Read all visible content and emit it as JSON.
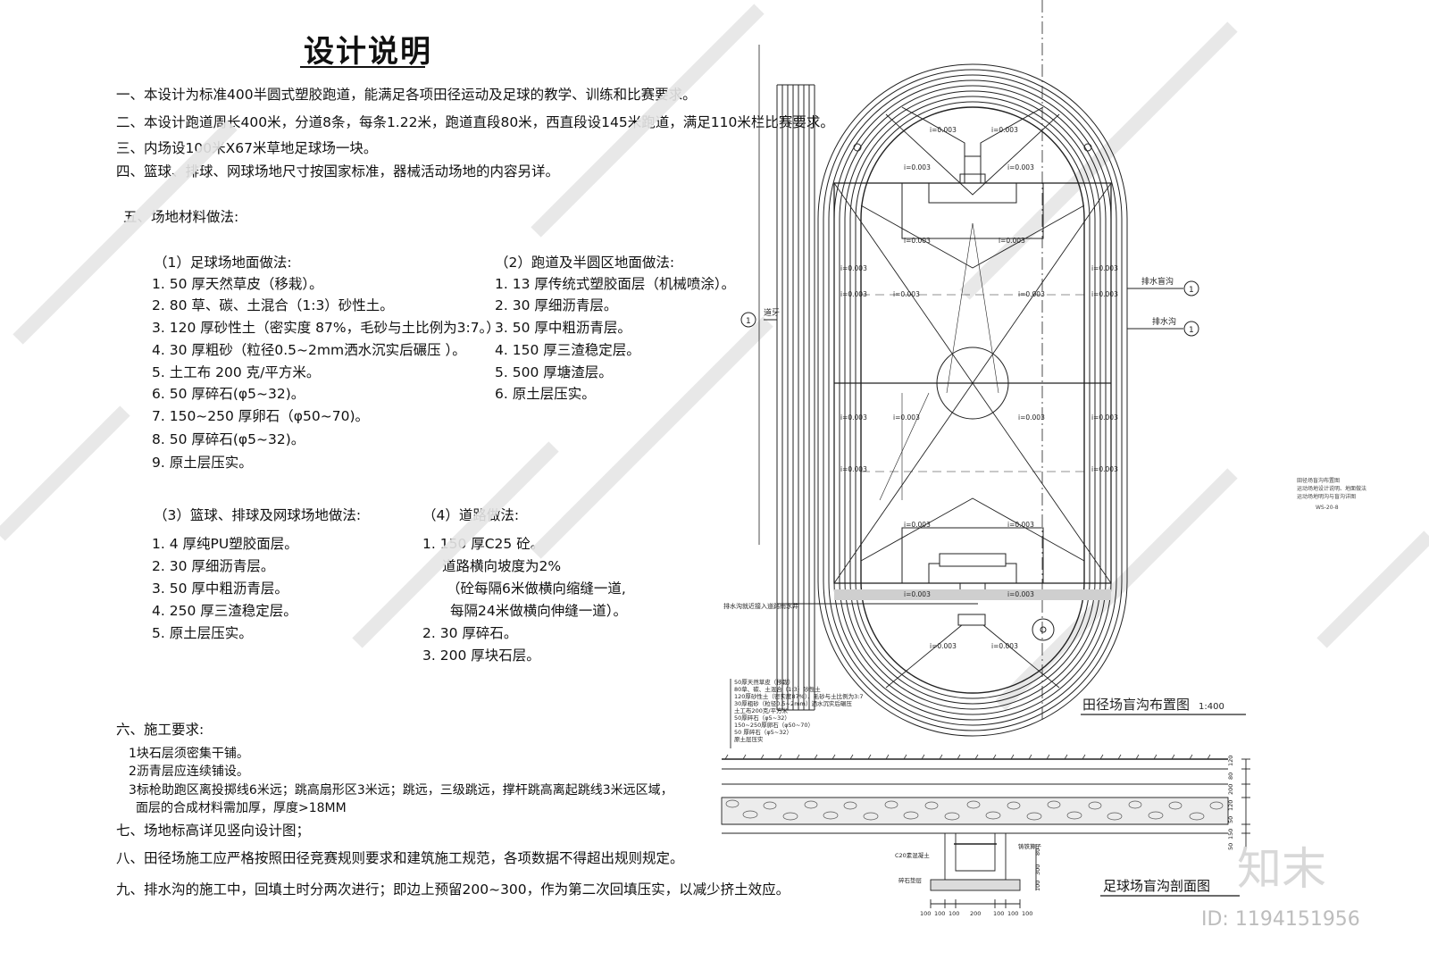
{
  "title": "设计说明",
  "notes": [
    "一、本设计为标准400半圆式塑胶跑道，能满足各项田径运动及足球的教学、训练和比赛要求。",
    "二、本设计跑道周长400米，分道8条，每条1.22米，跑道直段80米，西直段设145米跑道，满足110米栏比赛要求。",
    "三、内场设100米X67米草地足球场一块。",
    "四、篮球、排球、网球场地尺寸按国家标准，器械活动场地的内容另详。"
  ],
  "section5_title": "五、场地材料做法:",
  "m1": {
    "title": "（1）足球场地面做法:",
    "items": [
      "1. 50 厚天然草皮（移栽）。",
      "2. 80 草、碳、土混合（1:3）砂性土。",
      "3. 120 厚砂性土（密实度 87%，毛砂与土比例为3:7。）",
      "4. 30 厚粗砂（粒径0.5~2mm洒水沉实后碾压 ）。",
      "5. 土工布  200  克/平方米。",
      "6. 50 厚碎石(φ5~32)。",
      "7. 150~250 厚卵石（φ50~70)。",
      "8. 50 厚碎石(φ5~32)。",
      "9. 原土层压实。"
    ]
  },
  "m2": {
    "title": "（2）跑道及半圆区地面做法:",
    "items": [
      "1. 13 厚传统式塑胶面层（机械喷涂）。",
      "2. 30 厚细沥青层。",
      "3. 50 厚中粗沥青层。",
      "4. 150 厚三渣稳定层。",
      "5. 500 厚塘渣层。",
      "6. 原土层压实。"
    ]
  },
  "m3": {
    "title": "（3）篮球、排球及网球场地做法:",
    "items": [
      "1. 4 厚纯PU塑胶面层。",
      "2. 30 厚细沥青层。",
      "3. 50 厚中粗沥青层。",
      "4. 250 厚三渣稳定层。",
      "5. 原土层压实。"
    ]
  },
  "m4": {
    "title": "（4）道路做法:",
    "items": [
      "1. 150 厚C25      砼。",
      "道路横向坡度为2%",
      "（砼每隔6米做横向缩缝一道,",
      "每隔24米做横向伸缝一道）。",
      "2. 30 厚碎石。",
      "3. 200 厚块石层。"
    ]
  },
  "s6": {
    "title": "六、施工要求:",
    "items": [
      "1块石层须密集干铺。",
      "2沥青层应连续铺设。",
      "3标枪助跑区离投掷线6米远；跳高扇形区3米远；跳远，三级跳远，撑杆跳高离起跳线3米远区域，",
      "面层的合成材料需加厚，厚度>18MM"
    ]
  },
  "notes_end": [
    "七、场地标高详见竖向设计图；",
    "八、田径场施工应严格按照田径竞赛规则要求和建筑施工规范，各项数据不得超出规则规定。",
    "九、排水沟的施工中，回填土时分两次进行；即边上预留200~300，作为第二次回填压实，以减少挤土效应。"
  ],
  "plan": {
    "caption": "田径场盲沟布置图",
    "scale": "1:400",
    "label_road": "道牙",
    "label_blind": "排水盲沟",
    "label_drain": "排水沟",
    "label_connect": "排水沟就近接入道路雨水井",
    "slope_values": [
      "i=0.003",
      "i=0.003",
      "i=0.003",
      "i=0.003",
      "i=0.003",
      "i=0.003",
      "i=0.003",
      "i=0.003",
      "i=0.003",
      "i=0.003",
      "i=0.003",
      "i=0.003",
      "i=0.003",
      "i=0.003",
      "i=0.003",
      "i=0.003",
      "i=0.003",
      "i=0.003",
      "i=0.003",
      "i=0.003",
      "i=0.003",
      "i=0.003",
      "i=0.003",
      "i=0.003"
    ],
    "marker": "1"
  },
  "section_view": {
    "caption": "足球场盲沟剖面图",
    "layers": [
      "50厚天然草皮（移栽）",
      "80草、碳、土混合（1:3）砂性土",
      "120厚砂性土（密实度87%）、毛砂与土比例为3:7",
      "30厚粗砂（粒径0.5~2mm）洒水沉实后碾压",
      "土工布200克/平方米",
      "50厚碎石（φ5~32）",
      "150~250厚卵石（φ50~70）",
      "50 厚碎石（φ5~32）",
      "原土层压实"
    ],
    "label_concrete": "C20素混凝土",
    "label_grate": "铸铁算子",
    "label_gravel": "碎石垫层",
    "dims_right": [
      "120",
      "80",
      "200",
      "120",
      "50",
      "150",
      "50"
    ],
    "dims_bottom": [
      "100",
      "100",
      "100",
      "200",
      "100",
      "100",
      "100"
    ],
    "dims_side": [
      "80",
      "300",
      "100"
    ]
  },
  "side_note": [
    "田径场盲沟布置图",
    "运动场地设计说明、地面做法",
    "运动场地明沟与盲沟详图",
    "WS-20-8"
  ],
  "watermark": {
    "brand": "知末",
    "id": "ID: 1194151956"
  }
}
